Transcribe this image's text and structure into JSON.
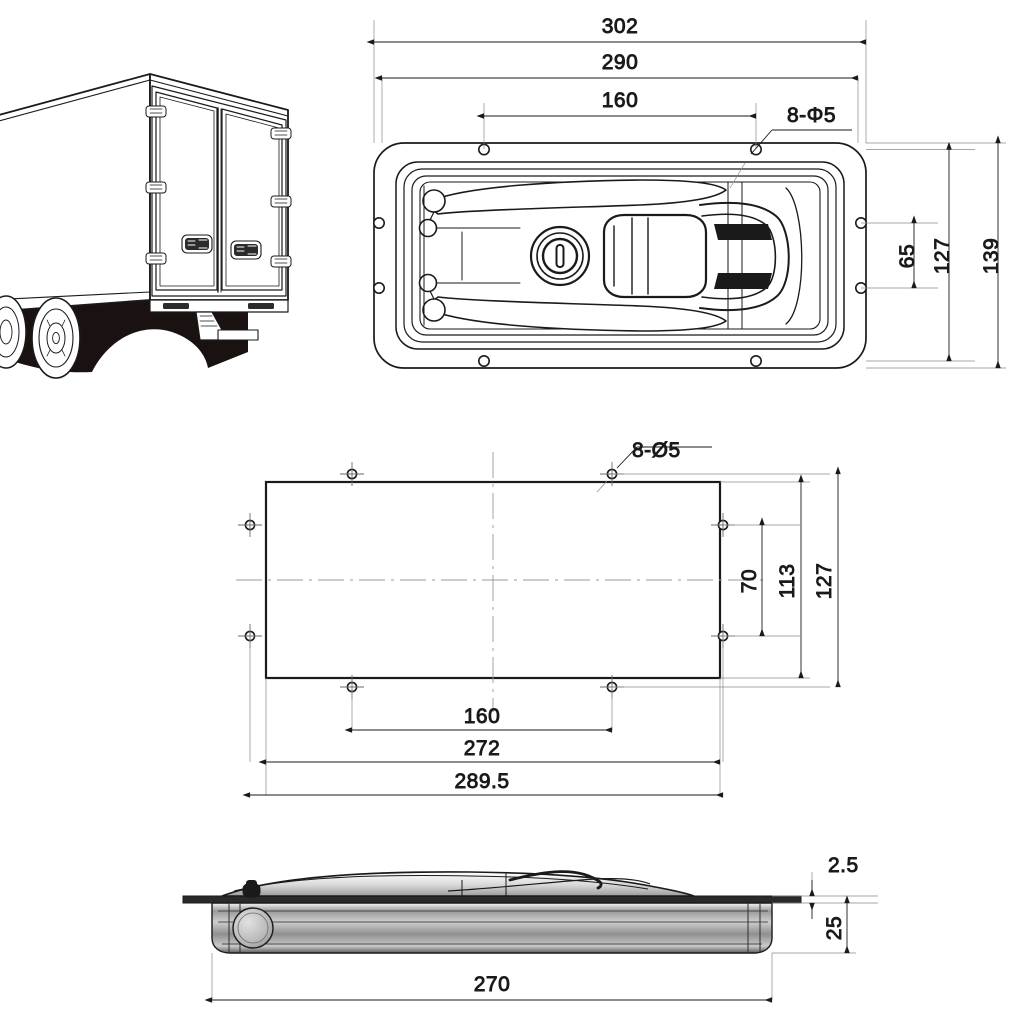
{
  "drawing": {
    "title": "Truck body flush paddle lock latch — engineering drawing",
    "background_color": "#ffffff",
    "line_color": "#1a1a1a",
    "views": [
      {
        "name": "product-illustration",
        "label": "box-truck-rear-doors-illustration",
        "description": "Perspective line illustration of a box truck rear showing two doors each fitted with a recessed paddle latch"
      },
      {
        "name": "front-view",
        "label": "latch-front-view",
        "description": "Front face of the flush paddle latch: rounded rectangular flange, recessed pan, key cylinder at left, paddle grip at right, 8 mounting holes"
      },
      {
        "name": "cutout-view",
        "label": "panel-cutout-and-hole-pattern",
        "description": "Door panel cut-out rectangle with 8 mounting hole centres and centre lines"
      },
      {
        "name": "side-view",
        "label": "latch-side-section-view",
        "description": "Side profile of the latch showing flange thickness and pan depth"
      }
    ],
    "dimensions": {
      "front_view": {
        "overall_width": "302",
        "flange_width": "290",
        "hole_spacing_horizontal": "160",
        "hole_callout": "8-Φ5",
        "hole_spacing_vertical": "65",
        "flange_height": "127",
        "overall_height": "139"
      },
      "cutout_view": {
        "hole_callout": "8-Ø5",
        "hole_spacing_vertical_inner": "70",
        "cutout_height": "113",
        "hole_span_vertical": "127",
        "hole_spacing_horizontal": "160",
        "cutout_width": "272",
        "hole_span_horizontal": "289.5"
      },
      "side_view": {
        "flange_thickness": "2.5",
        "pan_depth": "25",
        "body_length": "270"
      }
    }
  }
}
